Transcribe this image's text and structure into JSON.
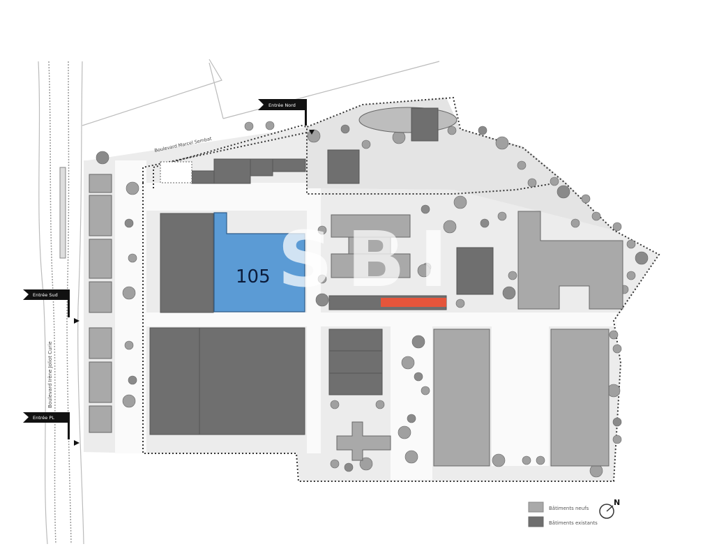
{
  "map": {
    "entrances": {
      "north": "Entrée Nord",
      "south": "Entrée Sud",
      "trucks": "Entrée PL"
    },
    "streets": {
      "north": "Boulevard Marcel Sembat",
      "west": "Boulevard Irène Joliot Curie"
    },
    "highlighted_unit": {
      "label": "105",
      "color": "#5b9bd5"
    },
    "accent_bar_color": "#e5553b",
    "watermark": "SBI",
    "legend": {
      "items": [
        {
          "label": "Bâtiments neufs",
          "color": "#a9a9a9"
        },
        {
          "label": "Bâtiments existants",
          "color": "#6f6f6f"
        }
      ],
      "north_label": "N"
    }
  }
}
